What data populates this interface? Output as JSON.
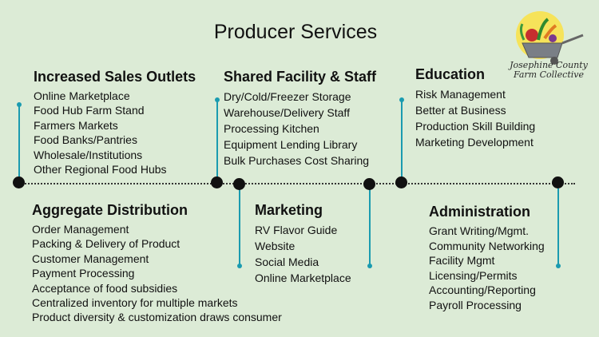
{
  "title": "Producer Services",
  "logo": {
    "line1": "Josephine County",
    "line2": "Farm Collective"
  },
  "sections": {
    "increased_sales": {
      "heading": "Increased Sales Outlets",
      "items": [
        "Online Marketplace",
        "Food Hub Farm Stand",
        "Farmers Markets",
        "Food Banks/Pantries",
        "Wholesale/Institutions",
        "Other Regional Food Hubs"
      ]
    },
    "shared_facility": {
      "heading": "Shared Facility & Staff",
      "items": [
        "Dry/Cold/Freezer Storage",
        "Warehouse/Delivery Staff",
        "Processing Kitchen",
        "Equipment Lending Library",
        "Bulk Purchases Cost Sharing"
      ]
    },
    "education": {
      "heading": "Education",
      "items": [
        "Risk Management",
        "Better at Business",
        "Production Skill Building",
        "Marketing Development"
      ]
    },
    "aggregate": {
      "heading": "Aggregate Distribution",
      "items": [
        "Order Management",
        "Packing & Delivery of Product",
        "Customer Management",
        "Payment Processing",
        "Acceptance of food subsidies",
        "Centralized inventory for multiple markets",
        "Product diversity & customization draws consumer"
      ]
    },
    "marketing": {
      "heading": "Marketing",
      "items": [
        "RV Flavor Guide",
        "Website",
        "Social Media",
        "Online Marketplace"
      ]
    },
    "administration": {
      "heading": "Administration",
      "items": [
        "Grant Writing/Mgmt.",
        "Community Networking",
        "Facility Mgmt",
        "Licensing/Permits",
        "Accounting/Reporting",
        "Payroll Processing"
      ]
    }
  },
  "colors": {
    "background": "#dcebd6",
    "stem": "#1a9bb0",
    "dot": "#111111"
  }
}
